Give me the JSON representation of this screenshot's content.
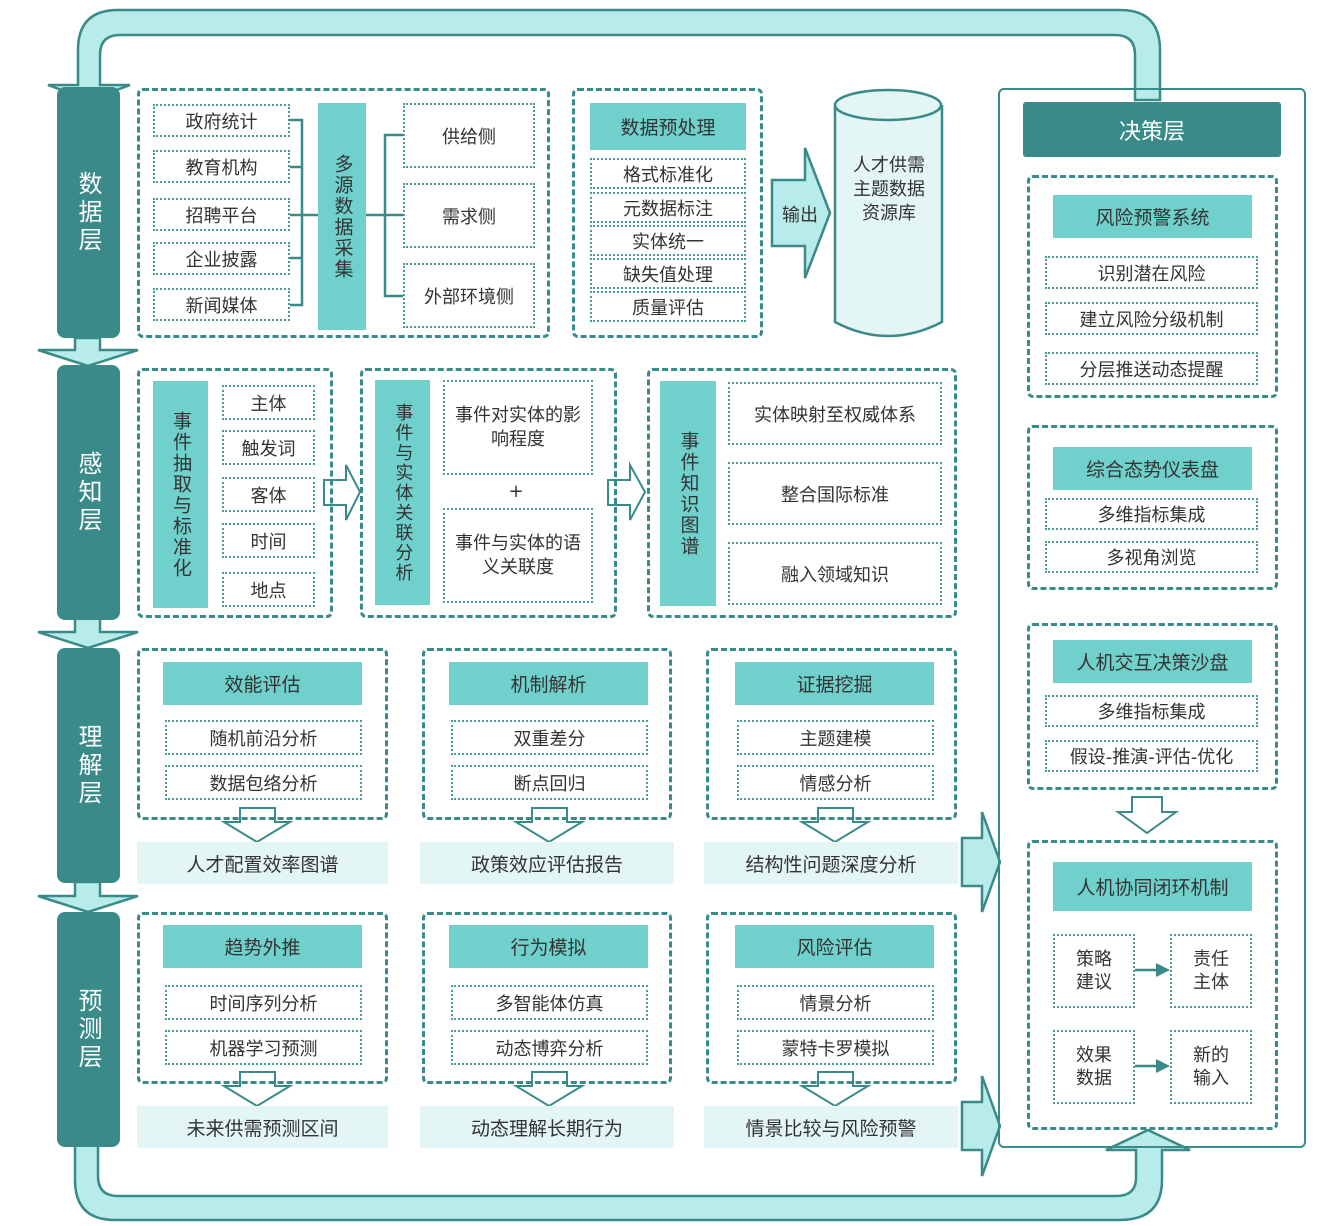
{
  "layers": {
    "data": "数据层",
    "perception": "感知层",
    "understanding": "理解层",
    "prediction": "预测层"
  },
  "data_layer": {
    "sources": [
      "政府统计",
      "教育机构",
      "招聘平台",
      "企业披露",
      "新闻媒体"
    ],
    "collect": "多源数据采集",
    "sides": [
      "供给侧",
      "需求侧",
      "外部环境侧"
    ],
    "preprocess_title": "数据预处理",
    "preprocess_steps": [
      "格式标准化",
      "元数据标注",
      "实体统一",
      "缺失值处理",
      "质量评估"
    ],
    "output": "输出",
    "database": "人才供需主题数据资源库"
  },
  "perception_layer": {
    "extract": "事件抽取与标准化",
    "elements": [
      "主体",
      "触发词",
      "客体",
      "时间",
      "地点"
    ],
    "relation": "事件与实体关联分析",
    "relation_items": [
      "事件对实体的影响程度",
      "+",
      "事件与实体的语义关联度"
    ],
    "kg": "事件知识图谱",
    "kg_items": [
      "实体映射至权威体系",
      "整合国际标准",
      "融入领域知识"
    ]
  },
  "understanding_layer": [
    {
      "title": "效能评估",
      "items": [
        "随机前沿分析",
        "数据包络分析"
      ],
      "output": "人才配置效率图谱"
    },
    {
      "title": "机制解析",
      "items": [
        "双重差分",
        "断点回归"
      ],
      "output": "政策效应评估报告"
    },
    {
      "title": "证据挖掘",
      "items": [
        "主题建模",
        "情感分析"
      ],
      "output": "结构性问题深度分析"
    }
  ],
  "prediction_layer": [
    {
      "title": "趋势外推",
      "items": [
        "时间序列分析",
        "机器学习预测"
      ],
      "output": "未来供需预测区间"
    },
    {
      "title": "行为模拟",
      "items": [
        "多智能体仿真",
        "动态博弈分析"
      ],
      "output": "动态理解长期行为"
    },
    {
      "title": "风险评估",
      "items": [
        "情景分析",
        "蒙特卡罗模拟"
      ],
      "output": "情景比较与风险预警"
    }
  ],
  "decision_layer": {
    "title": "决策层",
    "risk": {
      "title": "风险预警系统",
      "items": [
        "识别潜在风险",
        "建立风险分级机制",
        "分层推送动态提醒"
      ]
    },
    "dashboard": {
      "title": "综合态势仪表盘",
      "items": [
        "多维指标集成",
        "多视角浏览"
      ]
    },
    "sandbox": {
      "title": "人机交互决策沙盘",
      "items": [
        "多维指标集成",
        "假设-推演-评估-优化"
      ]
    },
    "loop": {
      "title": "人机协同闭环机制",
      "items": [
        "策略\n建议",
        "责任\n主体",
        "效果\n数据",
        "新的\n输入"
      ]
    }
  },
  "colors": {
    "dark": "#3a8a8a",
    "accent": "#6fd0cc",
    "pale": "#b8ecea"
  }
}
